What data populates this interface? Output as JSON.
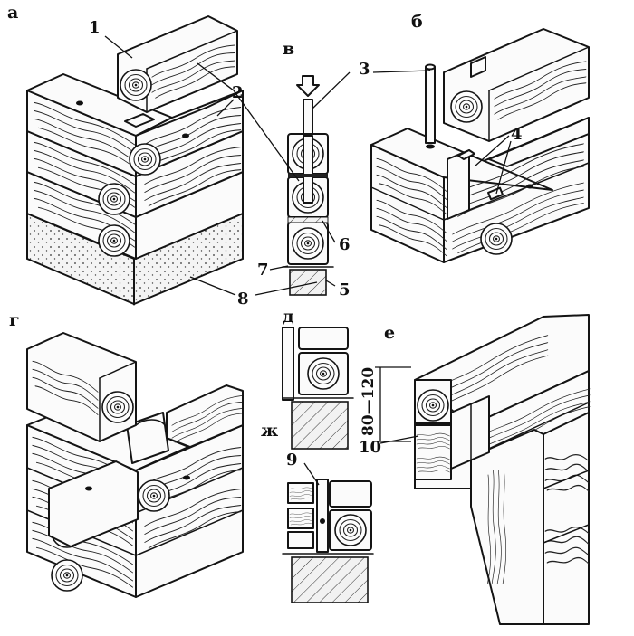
{
  "figure": {
    "panel_labels": {
      "a": "а",
      "b": "б",
      "v": "в",
      "g": "г",
      "d": "д",
      "e": "е",
      "zh": "ж"
    },
    "callouts": [
      "1",
      "2",
      "3",
      "4",
      "5",
      "6",
      "7",
      "8",
      "9",
      "10"
    ],
    "dimension": "80—120"
  }
}
